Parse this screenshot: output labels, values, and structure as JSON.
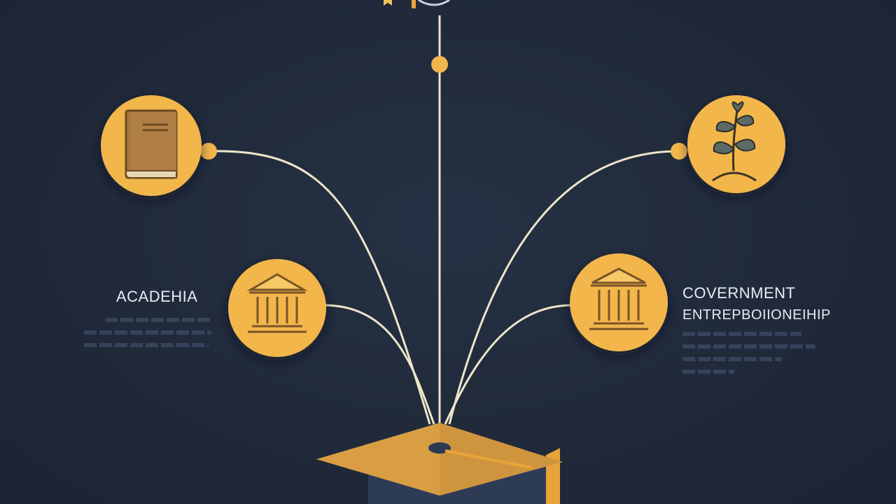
{
  "labels": {
    "academia": "ACADEHIA",
    "government": "COVERNMENT",
    "entrepreneurship": "ENTREPBOIIONEIHIP"
  },
  "nodes": [
    {
      "id": "book",
      "icon": "book-icon"
    },
    {
      "id": "academia",
      "icon": "institution-icon"
    },
    {
      "id": "government",
      "icon": "institution-icon"
    },
    {
      "id": "entrepreneurship",
      "icon": "sprout-icon"
    },
    {
      "id": "source",
      "icon": "graduation-cap-icon"
    }
  ],
  "colors": {
    "background": "#202a3b",
    "node_fill": "#f2b64c",
    "icon_brown": "#a4773f",
    "connector": "#ede6c8",
    "accent": "#e8a43a"
  }
}
